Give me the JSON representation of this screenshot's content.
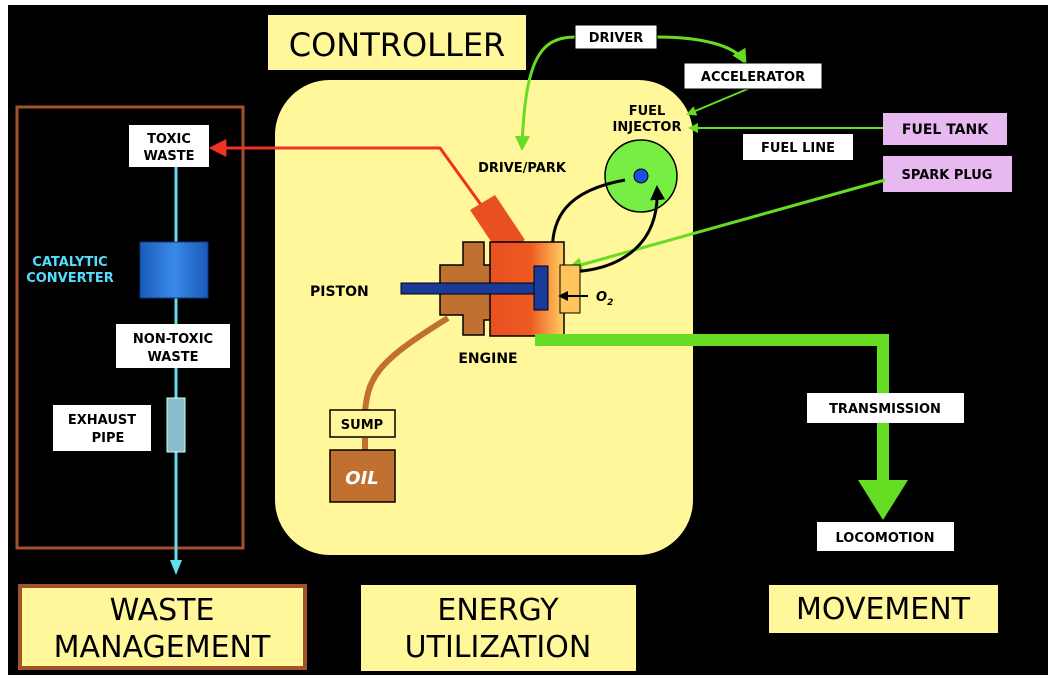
{
  "colors": {
    "background": "#000000",
    "energy_blob": "#fff799",
    "label_box": "#fff799",
    "pink_box": "#e8b8f0",
    "frame_brown": "#a0522d",
    "exhaust_arrow": "#66ddee",
    "transmission_green": "#66dd22",
    "toxic_arrow": "#ee3322",
    "engine_orange": "#e85020",
    "crankcase_brown": "#c07030",
    "piston_blue": "#1a3a9a",
    "injector_green": "#77ee44",
    "catalytic_blue": "#2a7ad8",
    "catalytic_text": "#55ddff"
  },
  "title": "CONTROLLER",
  "sections": {
    "waste": [
      "WASTE",
      "MANAGEMENT"
    ],
    "energy": [
      "ENERGY",
      "UTILIZATION"
    ],
    "movement": "MOVEMENT"
  },
  "labels": {
    "driver": "DRIVER",
    "accelerator": "ACCELERATOR",
    "fuel_injector": [
      "FUEL",
      "INJECTOR"
    ],
    "fuel_tank": "FUEL TANK",
    "fuel_line": "FUEL LINE",
    "spark_plug": "SPARK PLUG",
    "drive_park": "DRIVE/PARK",
    "toxic_waste": [
      "TOXIC",
      "WASTE"
    ],
    "catalytic_converter": [
      "CATALYTIC",
      "CONVERTER"
    ],
    "non_toxic_waste": [
      "NON-TOXIC",
      "WASTE"
    ],
    "exhaust_pipe": [
      "EXHAUST",
      "PIPE"
    ],
    "piston": "PISTON",
    "o2": "O",
    "o2_sub": "2",
    "engine": "ENGINE",
    "sump": "SUMP",
    "oil": "OIL",
    "transmission": "TRANSMISSION",
    "locomotion": "LOCOMOTION"
  }
}
